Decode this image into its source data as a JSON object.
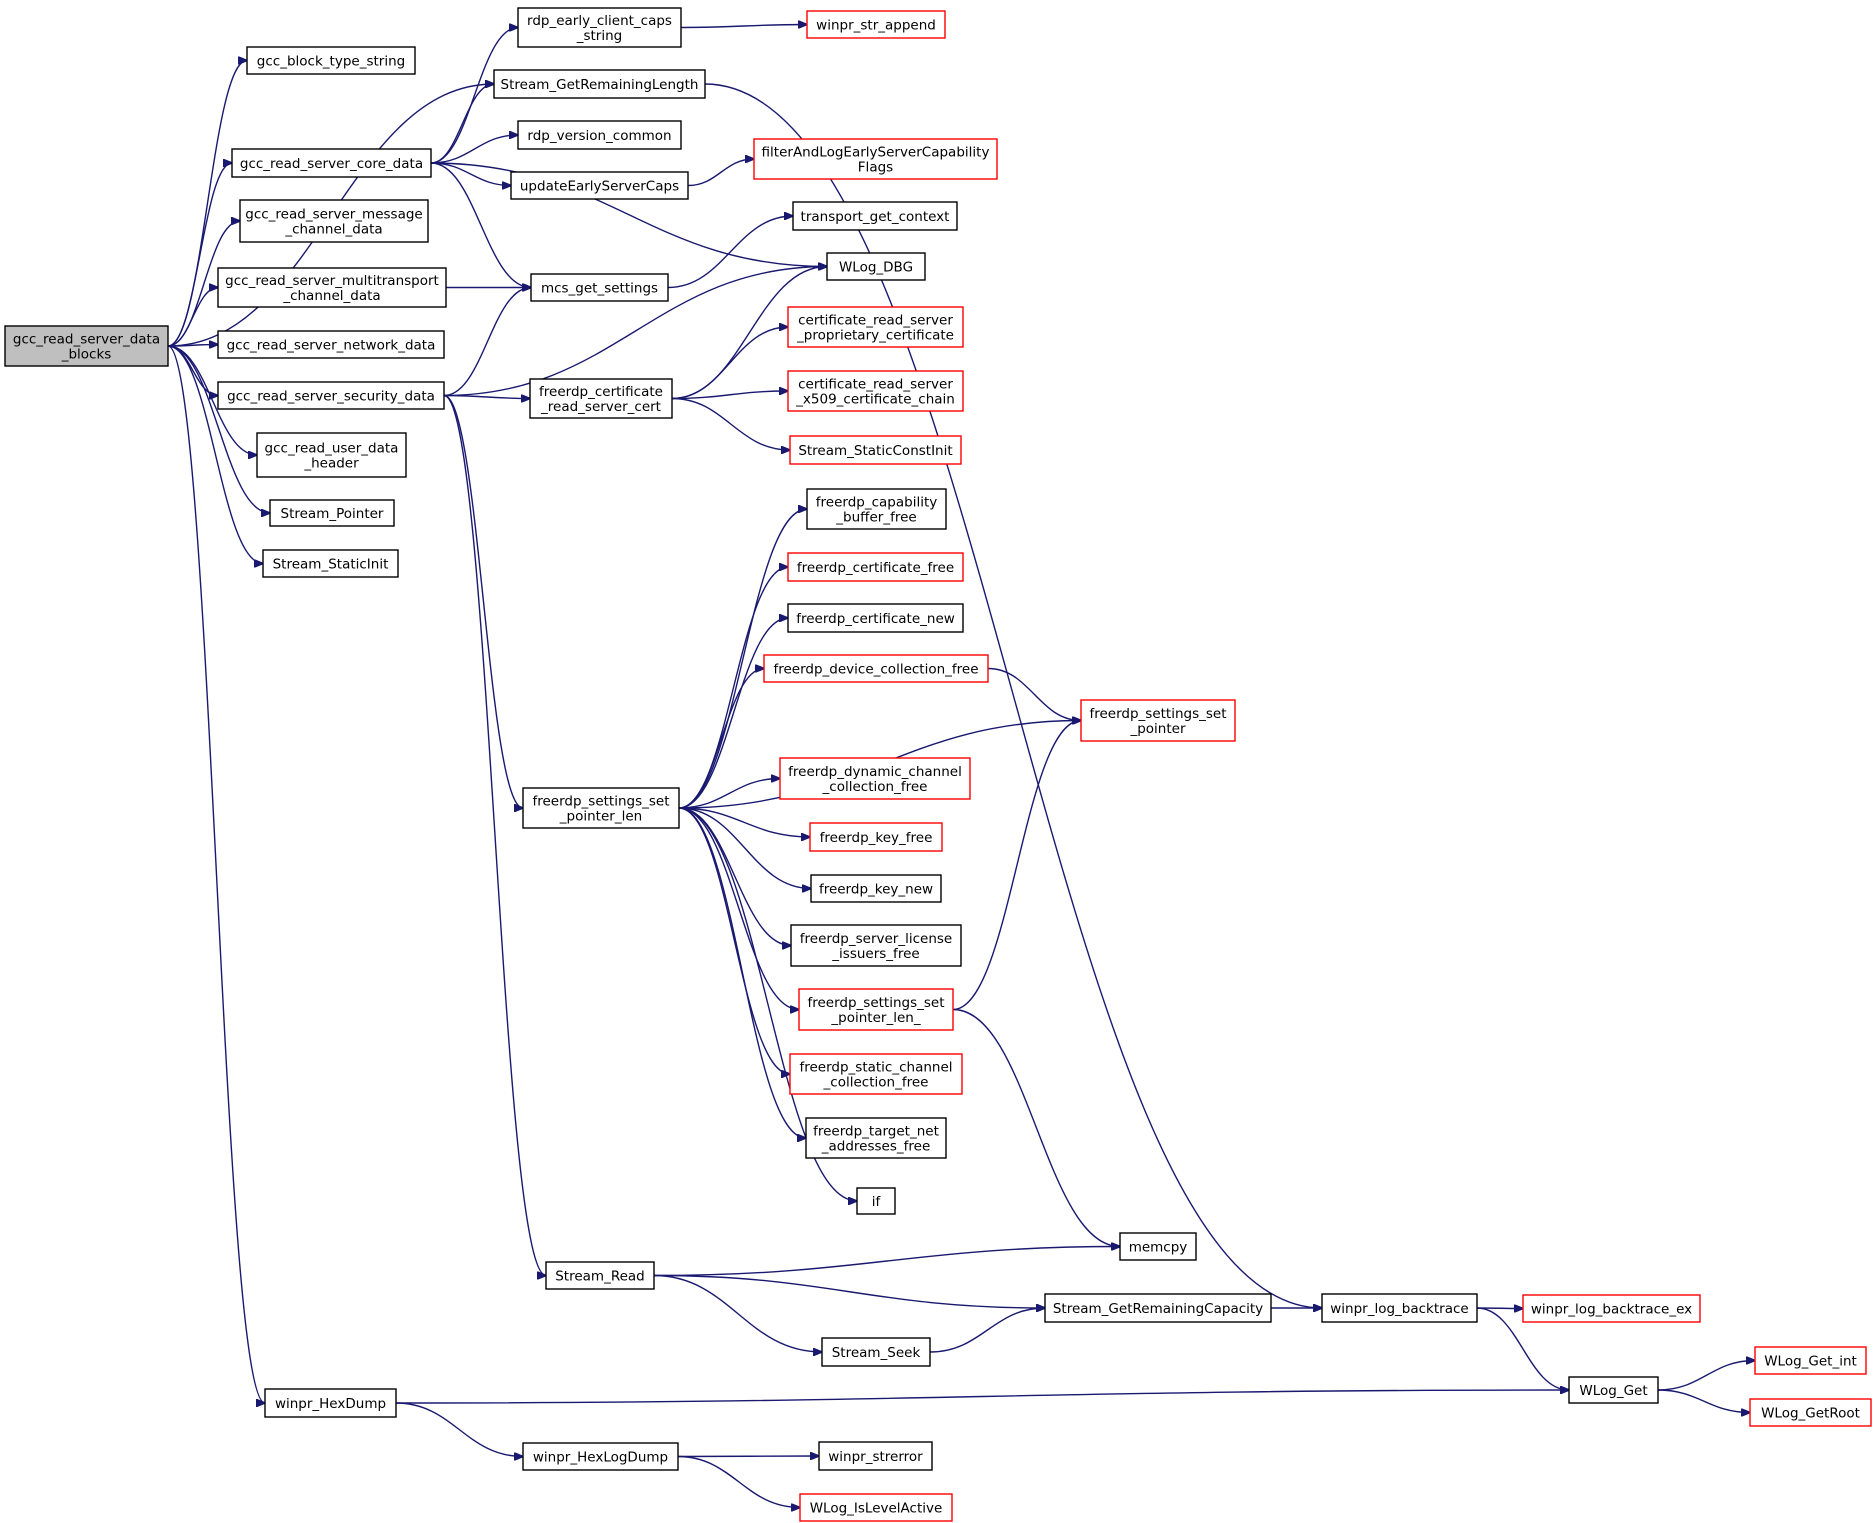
{
  "graph": {
    "nodes": [
      {
        "id": "root",
        "lines": [
          "gcc_read_server_data",
          "_blocks"
        ],
        "kind": "root"
      },
      {
        "id": "gcc_block_type_string",
        "lines": [
          "gcc_block_type_string"
        ],
        "kind": "normal"
      },
      {
        "id": "gcc_read_server_core_data",
        "lines": [
          "gcc_read_server_core_data"
        ],
        "kind": "normal"
      },
      {
        "id": "gcc_read_server_message_channel_data",
        "lines": [
          "gcc_read_server_message",
          "_channel_data"
        ],
        "kind": "normal"
      },
      {
        "id": "gcc_read_server_multitransport_channel_data",
        "lines": [
          "gcc_read_server_multitransport",
          "_channel_data"
        ],
        "kind": "normal"
      },
      {
        "id": "gcc_read_server_network_data",
        "lines": [
          "gcc_read_server_network_data"
        ],
        "kind": "normal"
      },
      {
        "id": "gcc_read_server_security_data",
        "lines": [
          "gcc_read_server_security_data"
        ],
        "kind": "normal"
      },
      {
        "id": "gcc_read_user_data_header",
        "lines": [
          "gcc_read_user_data",
          "_header"
        ],
        "kind": "normal"
      },
      {
        "id": "Stream_Pointer",
        "lines": [
          "Stream_Pointer"
        ],
        "kind": "normal"
      },
      {
        "id": "Stream_StaticInit",
        "lines": [
          "Stream_StaticInit"
        ],
        "kind": "normal"
      },
      {
        "id": "winpr_HexDump",
        "lines": [
          "winpr_HexDump"
        ],
        "kind": "normal"
      },
      {
        "id": "rdp_early_client_caps_string",
        "lines": [
          "rdp_early_client_caps",
          "_string"
        ],
        "kind": "normal"
      },
      {
        "id": "Stream_GetRemainingLength",
        "lines": [
          "Stream_GetRemainingLength"
        ],
        "kind": "normal"
      },
      {
        "id": "rdp_version_common",
        "lines": [
          "rdp_version_common"
        ],
        "kind": "normal"
      },
      {
        "id": "updateEarlyServerCaps",
        "lines": [
          "updateEarlyServerCaps"
        ],
        "kind": "normal"
      },
      {
        "id": "mcs_get_settings",
        "lines": [
          "mcs_get_settings"
        ],
        "kind": "normal"
      },
      {
        "id": "freerdp_certificate_read_server_cert",
        "lines": [
          "freerdp_certificate",
          "_read_server_cert"
        ],
        "kind": "normal"
      },
      {
        "id": "freerdp_settings_set_pointer_len",
        "lines": [
          "freerdp_settings_set",
          "_pointer_len"
        ],
        "kind": "normal"
      },
      {
        "id": "Stream_Read",
        "lines": [
          "Stream_Read"
        ],
        "kind": "normal"
      },
      {
        "id": "winpr_HexLogDump",
        "lines": [
          "winpr_HexLogDump"
        ],
        "kind": "normal"
      },
      {
        "id": "winpr_str_append",
        "lines": [
          "winpr_str_append"
        ],
        "kind": "external"
      },
      {
        "id": "filterAndLogEarlyServerCapabilityFlags",
        "lines": [
          "filterAndLogEarlyServerCapability",
          "Flags"
        ],
        "kind": "external"
      },
      {
        "id": "transport_get_context",
        "lines": [
          "transport_get_context"
        ],
        "kind": "normal"
      },
      {
        "id": "WLog_DBG",
        "lines": [
          "WLog_DBG"
        ],
        "kind": "normal"
      },
      {
        "id": "certificate_read_server_proprietary_certificate",
        "lines": [
          "certificate_read_server",
          "_proprietary_certificate"
        ],
        "kind": "external"
      },
      {
        "id": "certificate_read_server_x509_certificate_chain",
        "lines": [
          "certificate_read_server",
          "_x509_certificate_chain"
        ],
        "kind": "external"
      },
      {
        "id": "Stream_StaticConstInit",
        "lines": [
          "Stream_StaticConstInit"
        ],
        "kind": "external"
      },
      {
        "id": "freerdp_capability_buffer_free",
        "lines": [
          "freerdp_capability",
          "_buffer_free"
        ],
        "kind": "normal"
      },
      {
        "id": "freerdp_certificate_free",
        "lines": [
          "freerdp_certificate_free"
        ],
        "kind": "external"
      },
      {
        "id": "freerdp_certificate_new",
        "lines": [
          "freerdp_certificate_new"
        ],
        "kind": "normal"
      },
      {
        "id": "freerdp_device_collection_free",
        "lines": [
          "freerdp_device_collection_free"
        ],
        "kind": "external"
      },
      {
        "id": "freerdp_dynamic_channel_collection_free",
        "lines": [
          "freerdp_dynamic_channel",
          "_collection_free"
        ],
        "kind": "external"
      },
      {
        "id": "freerdp_key_free",
        "lines": [
          "freerdp_key_free"
        ],
        "kind": "external"
      },
      {
        "id": "freerdp_key_new",
        "lines": [
          "freerdp_key_new"
        ],
        "kind": "normal"
      },
      {
        "id": "freerdp_server_license_issuers_free",
        "lines": [
          "freerdp_server_license",
          "_issuers_free"
        ],
        "kind": "normal"
      },
      {
        "id": "freerdp_settings_set_pointer_len_",
        "lines": [
          "freerdp_settings_set",
          "_pointer_len_"
        ],
        "kind": "external"
      },
      {
        "id": "freerdp_static_channel_collection_free",
        "lines": [
          "freerdp_static_channel",
          "_collection_free"
        ],
        "kind": "external"
      },
      {
        "id": "freerdp_target_net_addresses_free",
        "lines": [
          "freerdp_target_net",
          "_addresses_free"
        ],
        "kind": "normal"
      },
      {
        "id": "if",
        "lines": [
          "if"
        ],
        "kind": "normal"
      },
      {
        "id": "Stream_Seek",
        "lines": [
          "Stream_Seek"
        ],
        "kind": "normal"
      },
      {
        "id": "Stream_GetRemainingCapacity",
        "lines": [
          "Stream_GetRemainingCapacity"
        ],
        "kind": "normal"
      },
      {
        "id": "winpr_strerror",
        "lines": [
          "winpr_strerror"
        ],
        "kind": "normal"
      },
      {
        "id": "WLog_IsLevelActive",
        "lines": [
          "WLog_IsLevelActive"
        ],
        "kind": "external"
      },
      {
        "id": "freerdp_settings_set_pointer",
        "lines": [
          "freerdp_settings_set",
          "_pointer"
        ],
        "kind": "external"
      },
      {
        "id": "memcpy",
        "lines": [
          "memcpy"
        ],
        "kind": "normal"
      },
      {
        "id": "winpr_log_backtrace",
        "lines": [
          "winpr_log_backtrace"
        ],
        "kind": "normal"
      },
      {
        "id": "winpr_log_backtrace_ex",
        "lines": [
          "winpr_log_backtrace_ex"
        ],
        "kind": "external"
      },
      {
        "id": "WLog_Get",
        "lines": [
          "WLog_Get"
        ],
        "kind": "normal"
      },
      {
        "id": "WLog_Get_int",
        "lines": [
          "WLog_Get_int"
        ],
        "kind": "external"
      },
      {
        "id": "WLog_GetRoot",
        "lines": [
          "WLog_GetRoot"
        ],
        "kind": "external"
      }
    ],
    "edges": [
      [
        "root",
        "gcc_block_type_string"
      ],
      [
        "root",
        "Stream_GetRemainingLength"
      ],
      [
        "root",
        "gcc_read_server_core_data"
      ],
      [
        "root",
        "gcc_read_server_message_channel_data"
      ],
      [
        "root",
        "gcc_read_server_multitransport_channel_data"
      ],
      [
        "root",
        "gcc_read_server_network_data"
      ],
      [
        "root",
        "gcc_read_server_security_data"
      ],
      [
        "root",
        "gcc_read_user_data_header"
      ],
      [
        "root",
        "Stream_Pointer"
      ],
      [
        "root",
        "Stream_StaticInit"
      ],
      [
        "root",
        "winpr_HexDump"
      ],
      [
        "gcc_read_server_core_data",
        "rdp_early_client_caps_string"
      ],
      [
        "gcc_read_server_core_data",
        "Stream_GetRemainingLength"
      ],
      [
        "gcc_read_server_core_data",
        "rdp_version_common"
      ],
      [
        "gcc_read_server_core_data",
        "updateEarlyServerCaps"
      ],
      [
        "gcc_read_server_core_data",
        "WLog_DBG"
      ],
      [
        "gcc_read_server_core_data",
        "mcs_get_settings"
      ],
      [
        "rdp_early_client_caps_string",
        "winpr_str_append"
      ],
      [
        "Stream_GetRemainingLength",
        "winpr_log_backtrace"
      ],
      [
        "updateEarlyServerCaps",
        "filterAndLogEarlyServerCapabilityFlags"
      ],
      [
        "mcs_get_settings",
        "transport_get_context"
      ],
      [
        "gcc_read_server_multitransport_channel_data",
        "mcs_get_settings"
      ],
      [
        "gcc_read_server_security_data",
        "mcs_get_settings"
      ],
      [
        "gcc_read_server_security_data",
        "WLog_DBG"
      ],
      [
        "gcc_read_server_security_data",
        "freerdp_certificate_read_server_cert"
      ],
      [
        "gcc_read_server_security_data",
        "freerdp_settings_set_pointer_len"
      ],
      [
        "gcc_read_server_security_data",
        "Stream_Read"
      ],
      [
        "freerdp_certificate_read_server_cert",
        "WLog_DBG"
      ],
      [
        "freerdp_certificate_read_server_cert",
        "certificate_read_server_proprietary_certificate"
      ],
      [
        "freerdp_certificate_read_server_cert",
        "certificate_read_server_x509_certificate_chain"
      ],
      [
        "freerdp_certificate_read_server_cert",
        "Stream_StaticConstInit"
      ],
      [
        "freerdp_settings_set_pointer_len",
        "freerdp_capability_buffer_free"
      ],
      [
        "freerdp_settings_set_pointer_len",
        "freerdp_certificate_free"
      ],
      [
        "freerdp_settings_set_pointer_len",
        "freerdp_certificate_new"
      ],
      [
        "freerdp_settings_set_pointer_len",
        "freerdp_device_collection_free"
      ],
      [
        "freerdp_settings_set_pointer_len",
        "freerdp_settings_set_pointer"
      ],
      [
        "freerdp_settings_set_pointer_len",
        "freerdp_dynamic_channel_collection_free"
      ],
      [
        "freerdp_settings_set_pointer_len",
        "freerdp_key_free"
      ],
      [
        "freerdp_settings_set_pointer_len",
        "freerdp_key_new"
      ],
      [
        "freerdp_settings_set_pointer_len",
        "freerdp_server_license_issuers_free"
      ],
      [
        "freerdp_settings_set_pointer_len",
        "freerdp_settings_set_pointer_len_"
      ],
      [
        "freerdp_settings_set_pointer_len",
        "freerdp_static_channel_collection_free"
      ],
      [
        "freerdp_settings_set_pointer_len",
        "freerdp_target_net_addresses_free"
      ],
      [
        "freerdp_settings_set_pointer_len",
        "if"
      ],
      [
        "freerdp_device_collection_free",
        "freerdp_settings_set_pointer"
      ],
      [
        "freerdp_settings_set_pointer_len_",
        "freerdp_settings_set_pointer"
      ],
      [
        "freerdp_settings_set_pointer_len_",
        "memcpy"
      ],
      [
        "Stream_Read",
        "memcpy"
      ],
      [
        "Stream_Read",
        "Stream_GetRemainingCapacity"
      ],
      [
        "Stream_Read",
        "Stream_Seek"
      ],
      [
        "Stream_Seek",
        "Stream_GetRemainingCapacity"
      ],
      [
        "Stream_GetRemainingCapacity",
        "winpr_log_backtrace"
      ],
      [
        "winpr_log_backtrace",
        "winpr_log_backtrace_ex"
      ],
      [
        "winpr_log_backtrace",
        "WLog_Get"
      ],
      [
        "WLog_Get",
        "WLog_Get_int"
      ],
      [
        "WLog_Get",
        "WLog_GetRoot"
      ],
      [
        "winpr_HexDump",
        "WLog_Get"
      ],
      [
        "winpr_HexDump",
        "winpr_HexLogDump"
      ],
      [
        "winpr_HexLogDump",
        "winpr_strerror"
      ],
      [
        "winpr_HexLogDump",
        "WLog_IsLevelActive"
      ]
    ]
  }
}
